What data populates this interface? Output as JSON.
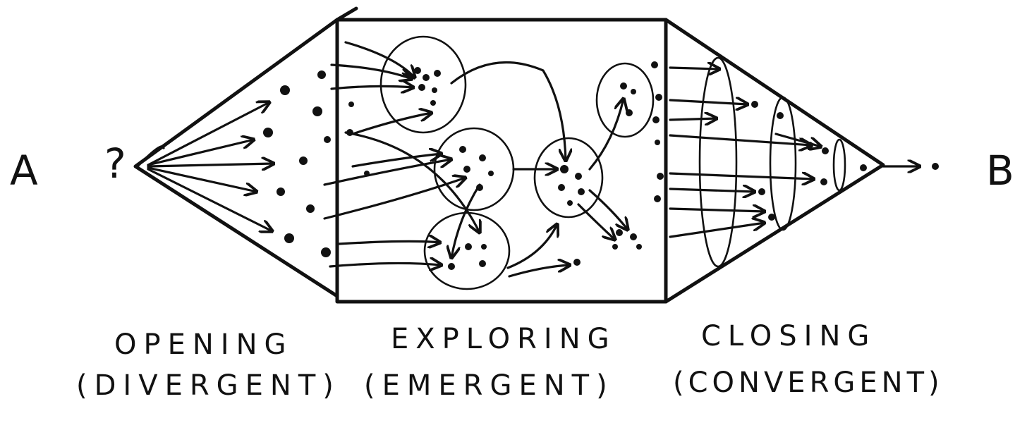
{
  "start_label": "A",
  "end_label": "B",
  "question_mark": "?",
  "phases": [
    {
      "title": "OPENING",
      "subtitle": "(DIVERGENT)"
    },
    {
      "title": "EXPLORING",
      "subtitle": "(EMERGENT)"
    },
    {
      "title": "CLOSING",
      "subtitle": "(CONVERGENT)"
    }
  ],
  "colors": {
    "ink": "#111111",
    "paper": "#ffffff"
  }
}
